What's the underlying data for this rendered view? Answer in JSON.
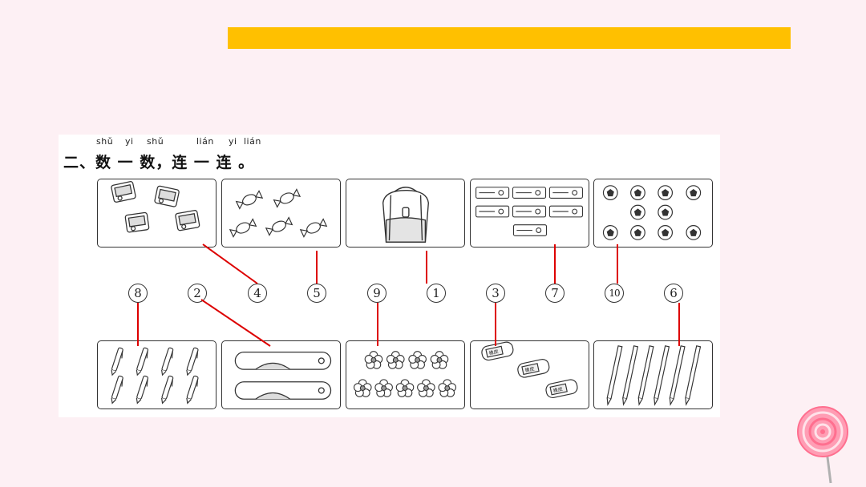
{
  "colors": {
    "accent_bar": "#ffc000",
    "connector": "#dd0000",
    "page_bg": "#fdf0f4"
  },
  "question": {
    "pinyin": [
      "shǔ",
      "yi",
      "shǔ",
      "lián",
      "yi",
      "lián"
    ],
    "instruction": "二、数 一 数，连 一 连 。"
  },
  "top_images": [
    {
      "name": "pencil-sharpeners",
      "count": 4
    },
    {
      "name": "candies",
      "count": 5
    },
    {
      "name": "backpack",
      "count": 1
    },
    {
      "name": "pencil-cases",
      "count": 7
    },
    {
      "name": "soccer-balls",
      "count": 10
    }
  ],
  "numbers": [
    "8",
    "2",
    "4",
    "5",
    "9",
    "1",
    "3",
    "7",
    "10",
    "6"
  ],
  "bottom_images": [
    {
      "name": "pens",
      "count": 8
    },
    {
      "name": "rulers",
      "count": 2
    },
    {
      "name": "flowers",
      "count": 9
    },
    {
      "name": "erasers",
      "count": 3,
      "label": "橡皮"
    },
    {
      "name": "pencils",
      "count": 6
    }
  ],
  "connections": {
    "top": [
      [
        "pencil-sharpeners",
        "4"
      ],
      [
        "candies",
        "5"
      ],
      [
        "backpack",
        "1"
      ],
      [
        "pencil-cases",
        "7"
      ],
      [
        "soccer-balls",
        "10"
      ]
    ],
    "bottom": [
      [
        "8",
        "pens"
      ],
      [
        "2",
        "rulers"
      ],
      [
        "9",
        "flowers"
      ],
      [
        "3",
        "erasers"
      ],
      [
        "6",
        "pencils"
      ]
    ]
  }
}
